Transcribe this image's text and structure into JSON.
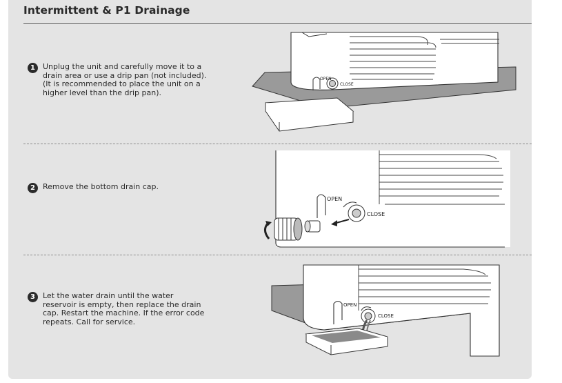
{
  "title": "Intermittent & P1 Drainage",
  "steps": [
    {
      "number": "1",
      "text": "Unplug the unit and carefully move it to a\ndrain area or use a drip pan (not included).\n(It is recommended to place the unit on a\nhigher level than the drip pan)."
    },
    {
      "number": "2",
      "text": "Remove the bottom drain cap."
    },
    {
      "number": "3",
      "text": "Let the water drain until the water\nreservoir is empty, then replace the drain\ncap. Restart the machine. If the error code\nrepeats. Call for service."
    }
  ],
  "illustration_labels": {
    "open": "OPEN",
    "close": "CLOSE"
  }
}
